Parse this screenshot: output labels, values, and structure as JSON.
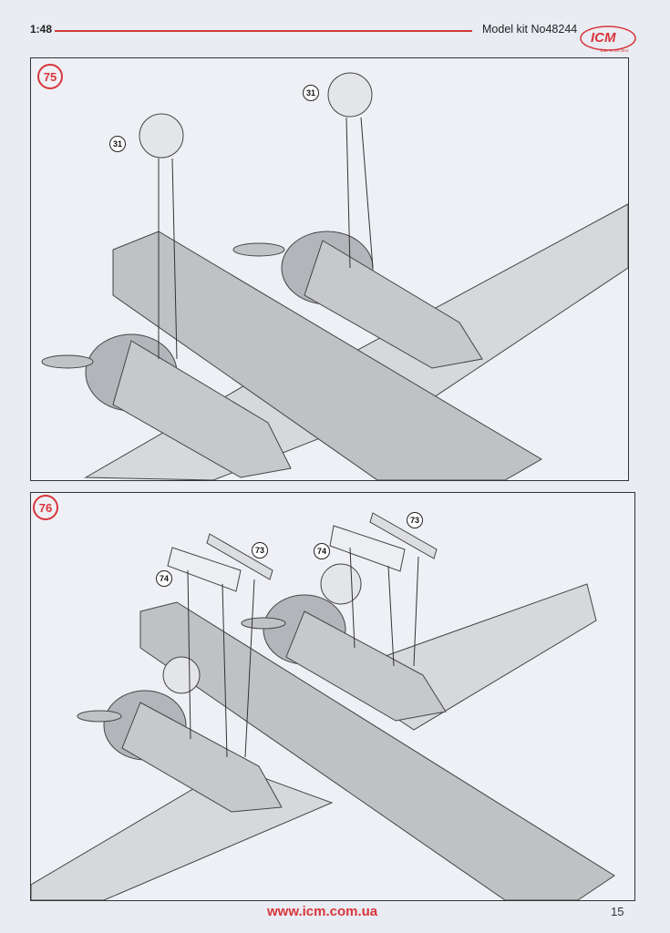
{
  "header": {
    "scale": "1:48",
    "kit_label": "Model kit No48244",
    "logo_text": "ICM",
    "logo_tagline": "Take in the Best"
  },
  "steps": [
    {
      "number": "75",
      "parts": [
        "31",
        "31"
      ]
    },
    {
      "number": "76",
      "parts": [
        "74",
        "73",
        "74",
        "73"
      ]
    }
  ],
  "footer": {
    "url": "www.icm.com.ua",
    "page_number": "15"
  },
  "colors": {
    "accent": "#d8363a",
    "line": "#333333"
  }
}
